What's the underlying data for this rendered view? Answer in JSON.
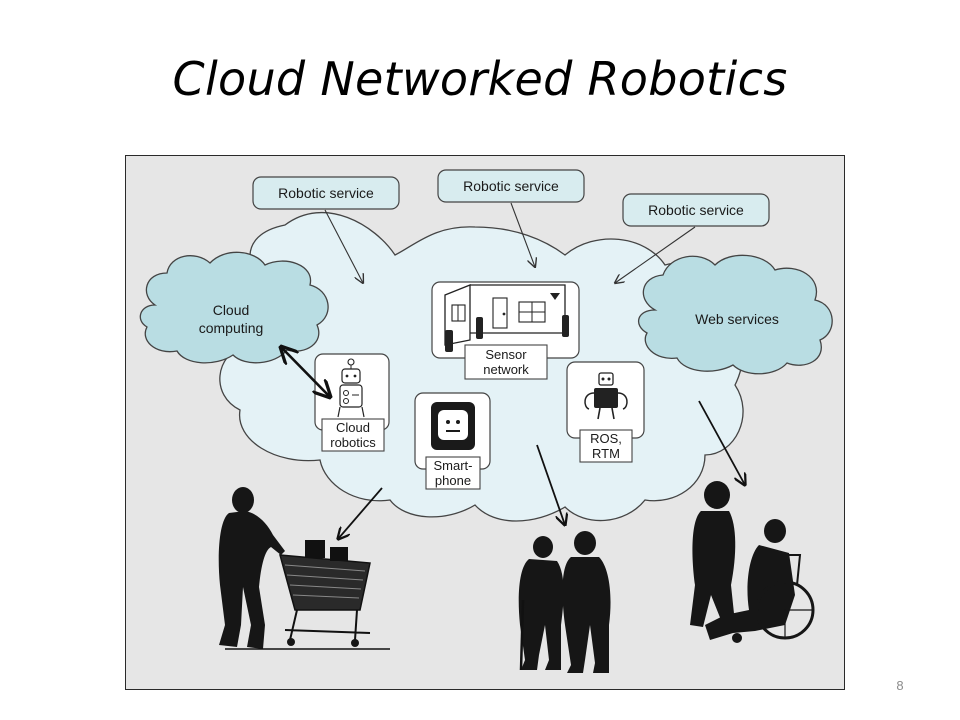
{
  "slide": {
    "title": "Cloud Networked Robotics",
    "page_number": "8"
  },
  "diagram": {
    "robotic_service_1": "Robotic service",
    "robotic_service_2": "Robotic service",
    "robotic_service_3": "Robotic service",
    "cloud_computing_line1": "Cloud",
    "cloud_computing_line2": "computing",
    "web_services": "Web services",
    "sensor_network_line1": "Sensor",
    "sensor_network_line2": "network",
    "cloud_robotics_line1": "Cloud",
    "cloud_robotics_line2": "robotics",
    "smartphone_line1": "Smart-",
    "smartphone_line2": "phone",
    "ros_rtm_line1": "ROS,",
    "ros_rtm_line2": "RTM"
  },
  "colors": {
    "figure_background": "#e6e6e6",
    "cloud_fill_light": "#e4f2f6",
    "cloud_fill_blue": "#b9dde3",
    "callout_fill": "#d8ecef",
    "silhouette": "#161616"
  }
}
